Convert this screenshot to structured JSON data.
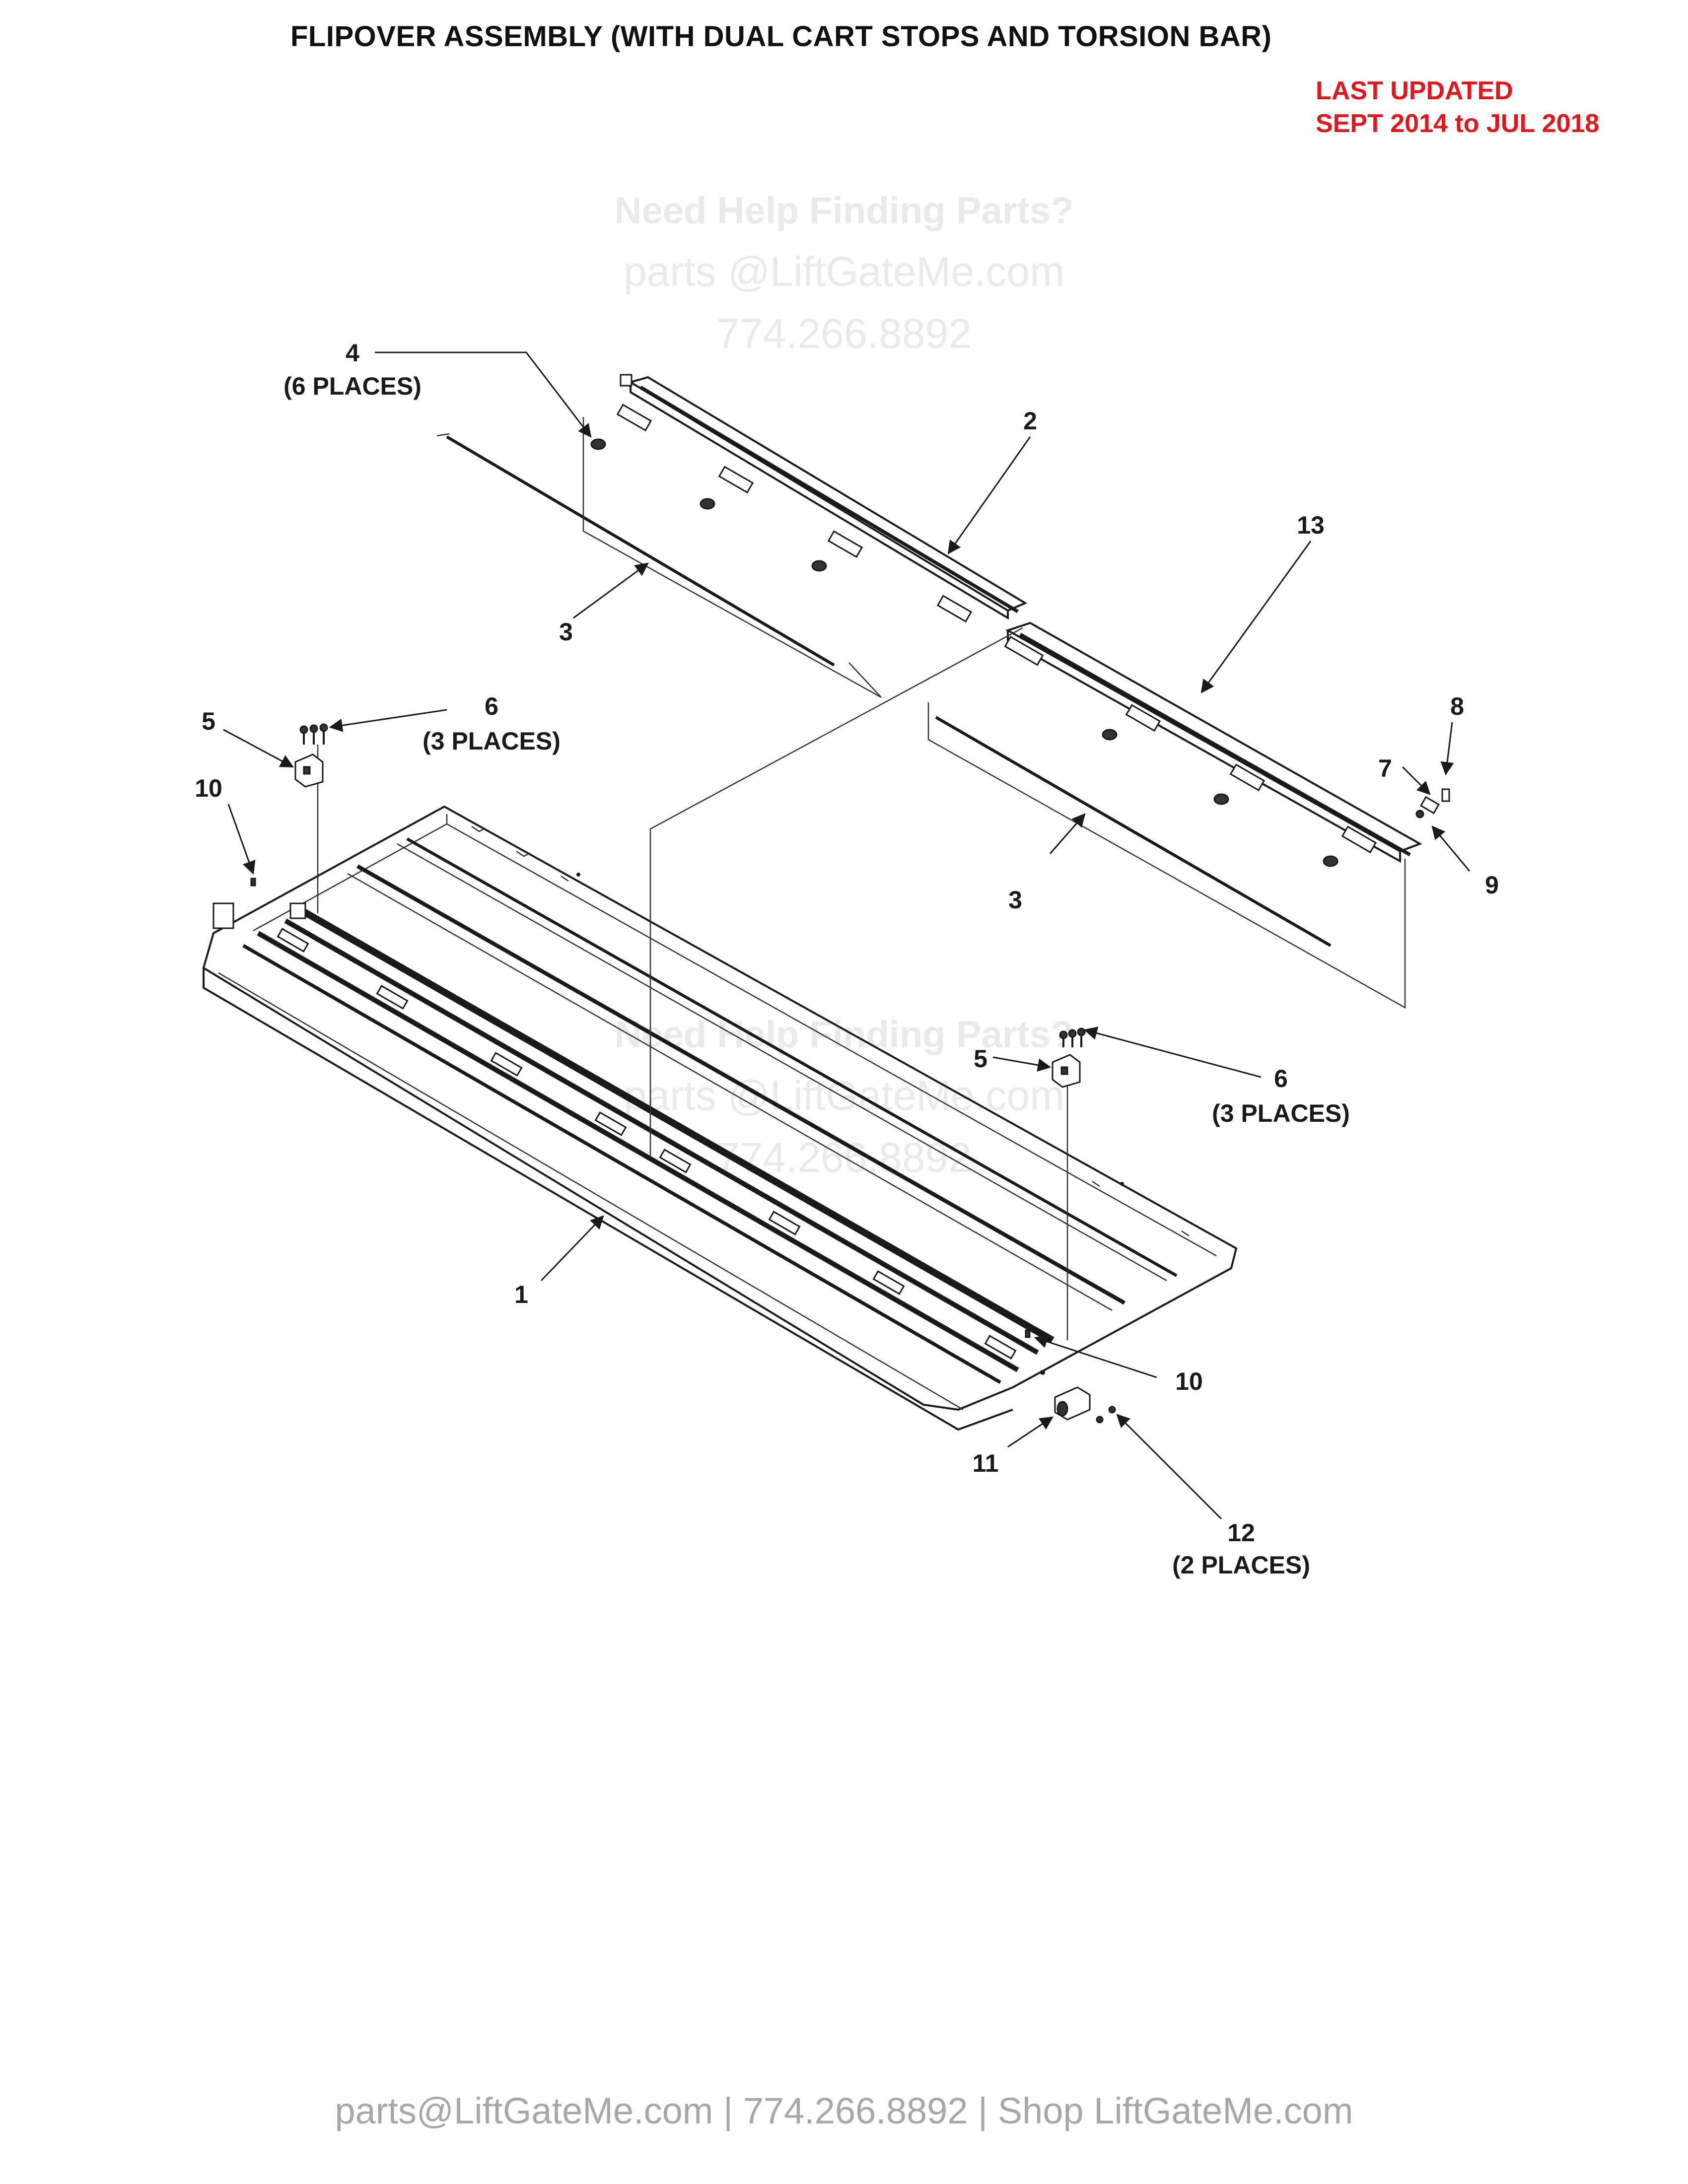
{
  "title": "FLIPOVER ASSEMBLY (WITH DUAL CART STOPS AND TORSION BAR)",
  "last_updated": {
    "line1": "LAST UPDATED",
    "line2": "SEPT 2014 to JUL 2018"
  },
  "watermark": {
    "heading": "Need Help Finding Parts?",
    "email": "parts @LiftGateMe.com",
    "phone": "774.266.8892"
  },
  "footer": "parts@LiftGateMe.com | 774.266.8892 | Shop LiftGateMe.com",
  "callouts": {
    "c1": "1",
    "c2": "2",
    "c3a": "3",
    "c3b": "3",
    "c4": "4",
    "c4_qty": "(6 PLACES)",
    "c5a": "5",
    "c5b": "5",
    "c6a": "6",
    "c6a_qty": "(3 PLACES)",
    "c6b": "6",
    "c6b_qty": "(3 PLACES)",
    "c7": "7",
    "c8": "8",
    "c9": "9",
    "c10a": "10",
    "c10b": "10",
    "c11": "11",
    "c12": "12",
    "c12_qty": "(2 PLACES)",
    "c13": "13"
  },
  "colors": {
    "title": "#111111",
    "last_updated": "#e3161e",
    "watermark": "#eaeaea",
    "footer": "#a7a7a7",
    "line_art": "#1a1a1a"
  }
}
